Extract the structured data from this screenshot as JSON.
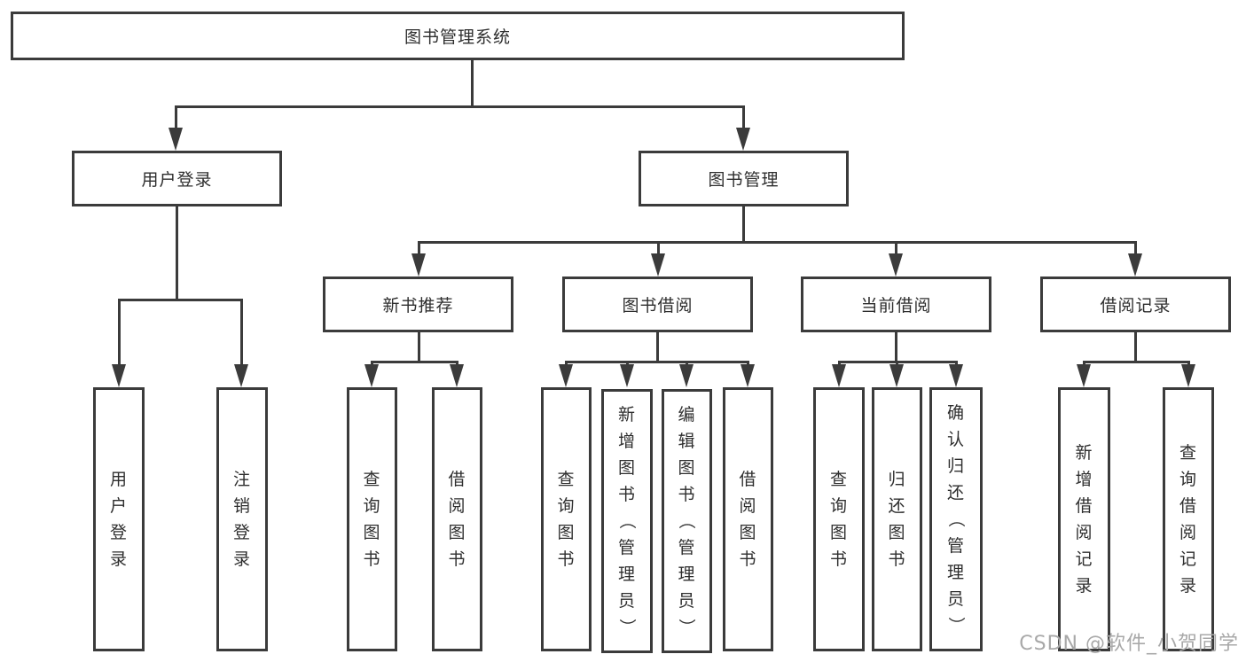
{
  "colors": {
    "line": "#3b3b3b",
    "text": "#2e2e2e",
    "watermark": "#a8a8a8",
    "background": "#ffffff"
  },
  "root": {
    "label": "图书管理系统"
  },
  "branches": {
    "login": {
      "label": "用户登录",
      "leaves": [
        {
          "label": "用户登录"
        },
        {
          "label": "注销登录"
        }
      ]
    },
    "management": {
      "label": "图书管理"
    }
  },
  "groups": [
    {
      "label": "新书推荐",
      "leaves": [
        {
          "label": "查询图书"
        },
        {
          "label": "借阅图书"
        }
      ]
    },
    {
      "label": "图书借阅",
      "leaves": [
        {
          "label": "查询图书"
        },
        {
          "label": "新增图书（管理员）"
        },
        {
          "label": "编辑图书（管理员）"
        },
        {
          "label": "借阅图书"
        }
      ]
    },
    {
      "label": "当前借阅",
      "leaves": [
        {
          "label": "查询图书"
        },
        {
          "label": "归还图书"
        },
        {
          "label": "确认归还（管理员）"
        }
      ]
    },
    {
      "label": "借阅记录",
      "leaves": [
        {
          "label": "新增借阅记录"
        },
        {
          "label": "查询借阅记录"
        }
      ]
    }
  ],
  "watermark": "CSDN @软件_小贺同学"
}
